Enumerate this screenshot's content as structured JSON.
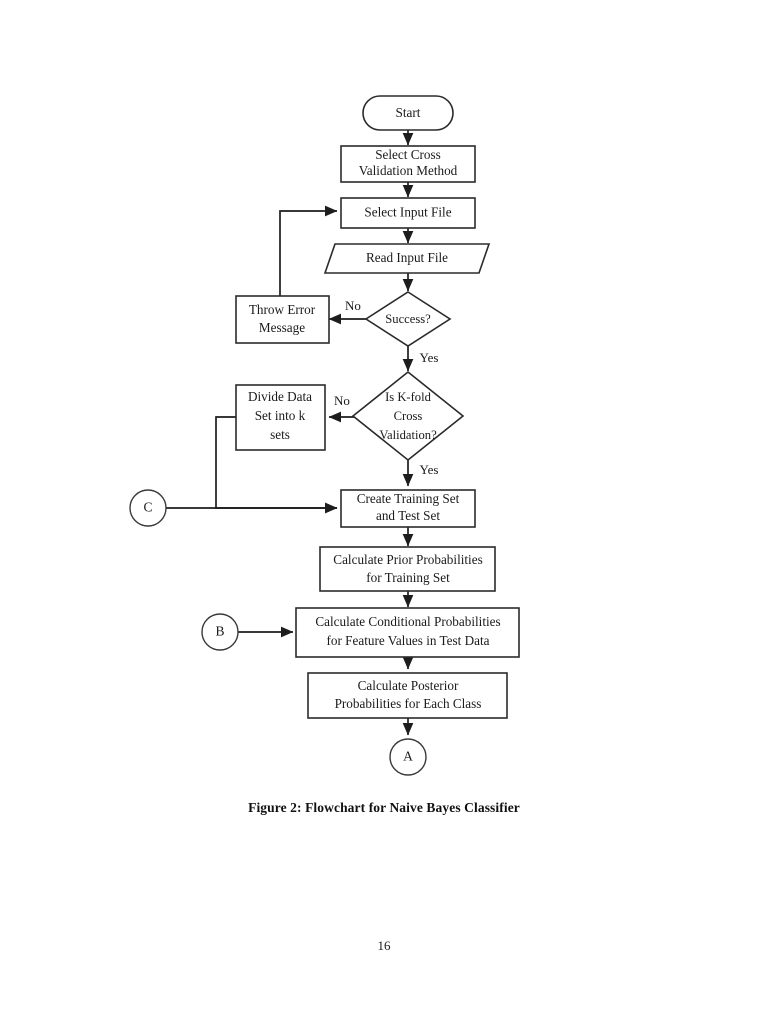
{
  "page": {
    "number": "16",
    "caption": "Figure 2: Flowchart for Naive Bayes Classifier"
  },
  "diagram": {
    "title": "Flowchart for Naive Bayes Classifier",
    "type": "flowchart",
    "nodes": {
      "start": {
        "label": "Start",
        "shape": "terminator"
      },
      "select_cross_validation": {
        "line1": "Select Cross",
        "line2": "Validation Method",
        "shape": "process"
      },
      "select_input_file": {
        "label": "Select Input File",
        "shape": "process"
      },
      "read_input_file": {
        "label": "Read Input File",
        "shape": "data"
      },
      "success_decision": {
        "label": "Success?",
        "shape": "decision"
      },
      "throw_error": {
        "line1": "Throw Error",
        "line2": "Message",
        "shape": "process"
      },
      "kfold_decision": {
        "line1": "Is K-fold",
        "line2": "Cross",
        "line3": "Validation?",
        "shape": "decision"
      },
      "divide_data": {
        "line1": "Divide Data",
        "line2": "Set into k",
        "line3": "sets",
        "shape": "process"
      },
      "create_training_set": {
        "line1": "Create Training Set",
        "line2": "and Test Set",
        "shape": "process"
      },
      "prior_probabilities": {
        "line1": "Calculate Prior Probabilities",
        "line2": "for Training Set",
        "shape": "process"
      },
      "conditional_probabilities": {
        "line1": "Calculate Conditional Probabilities",
        "line2": "for Feature Values in Test Data",
        "shape": "process"
      },
      "posterior_probabilities": {
        "line1": "Calculate Posterior",
        "line2": "Probabilities for Each Class",
        "shape": "process"
      },
      "connector_a": {
        "label": "A",
        "shape": "connector"
      },
      "connector_b": {
        "label": "B",
        "shape": "connector"
      },
      "connector_c": {
        "label": "C",
        "shape": "connector"
      }
    },
    "edge_labels": {
      "success_no": "No",
      "success_yes": "Yes",
      "kfold_no": "No",
      "kfold_yes": "Yes"
    },
    "colors": {
      "stroke": "#2b2b2b",
      "fill": "#ffffff",
      "text": "#1a1a1a"
    }
  }
}
